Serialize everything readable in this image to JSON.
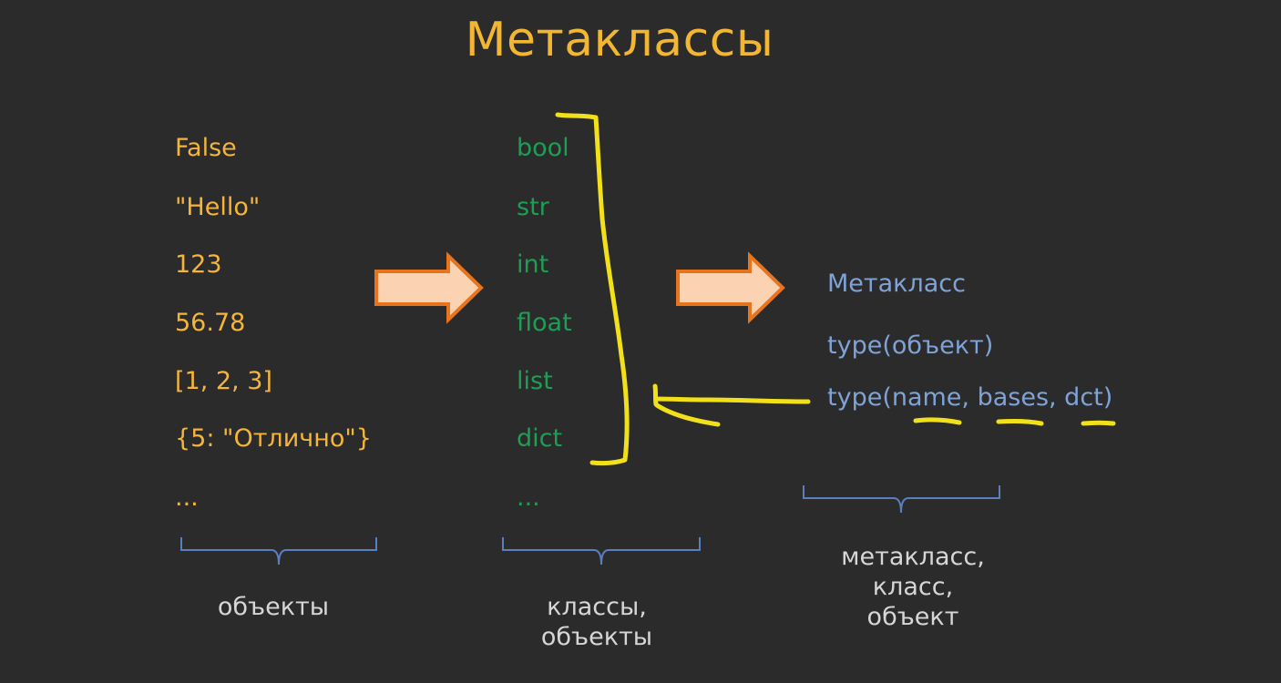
{
  "title": "Метаклассы",
  "objects": [
    "False",
    "\"Hello\"",
    "123",
    "56.78",
    "[1, 2, 3]",
    "{5: \"Отлично\"}",
    "..."
  ],
  "classes": [
    "bool",
    "str",
    "int",
    "float",
    "list",
    "dict",
    "..."
  ],
  "meta": {
    "label": "Метакласс",
    "call1": "type(объект)",
    "call2": "type(name, bases, dct)"
  },
  "captions": {
    "objects": "объекты",
    "classes": "классы,\nобъекты",
    "meta": "метакласс,\nкласс,\nобъект"
  },
  "colors": {
    "background": "#2b2b2b",
    "title": "#f2b632",
    "objects_text": "#f5b53a",
    "classes_text": "#1e9e54",
    "meta_text": "#7fa3d8",
    "caption_text": "#d6d6d6",
    "arrow_fill": "#fbd3b2",
    "arrow_stroke": "#e8741e",
    "brace": "#5a7fbf",
    "highlight": "#f2e01a"
  }
}
